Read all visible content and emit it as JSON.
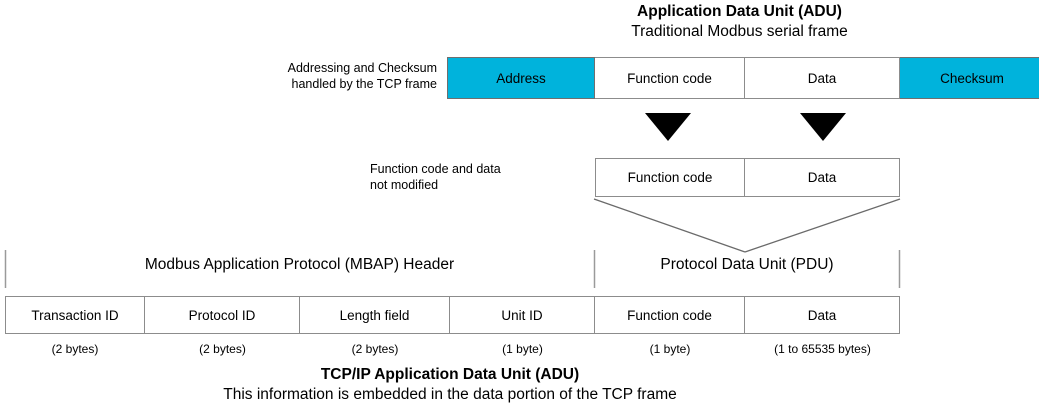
{
  "adu_header": {
    "title": "Application Data Unit (ADU)",
    "subtitle": "Traditional Modbus serial frame"
  },
  "adu_note": {
    "line1": "Addressing and Checksum",
    "line2": "handled by the TCP frame"
  },
  "adu_frame": {
    "cells": [
      {
        "label": "Address",
        "style": "cyan"
      },
      {
        "label": "Function code",
        "style": "white"
      },
      {
        "label": "Data",
        "style": "white"
      },
      {
        "label": "Checksum",
        "style": "cyan"
      }
    ]
  },
  "pdu_note": {
    "line1": "Function code and data",
    "line2": "not modified"
  },
  "pdu_frame": {
    "cells": [
      {
        "label": "Function code"
      },
      {
        "label": "Data"
      }
    ]
  },
  "section_labels": {
    "mbap": "Modbus Application Protocol (MBAP) Header",
    "pdu": "Protocol Data Unit (PDU)"
  },
  "tcp_adu_table": {
    "cells": [
      {
        "label": "Transaction ID",
        "size": "(2 bytes)"
      },
      {
        "label": "Protocol ID",
        "size": "(2 bytes)"
      },
      {
        "label": "Length field",
        "size": "(2 bytes)"
      },
      {
        "label": "Unit ID",
        "size": "(1 byte)"
      },
      {
        "label": "Function code",
        "size": "(1 byte)"
      },
      {
        "label": "Data",
        "size": "(1 to 65535 bytes)"
      }
    ]
  },
  "footer": {
    "title": "TCP/IP Application Data Unit (ADU)",
    "subtitle": "This information is embedded in the data portion of the TCP frame"
  },
  "colors": {
    "accent_cyan": "#00b3dc",
    "border_gray": "#8c8c8c",
    "line_gray": "#6a6a6a",
    "marker_black": "#000000"
  }
}
